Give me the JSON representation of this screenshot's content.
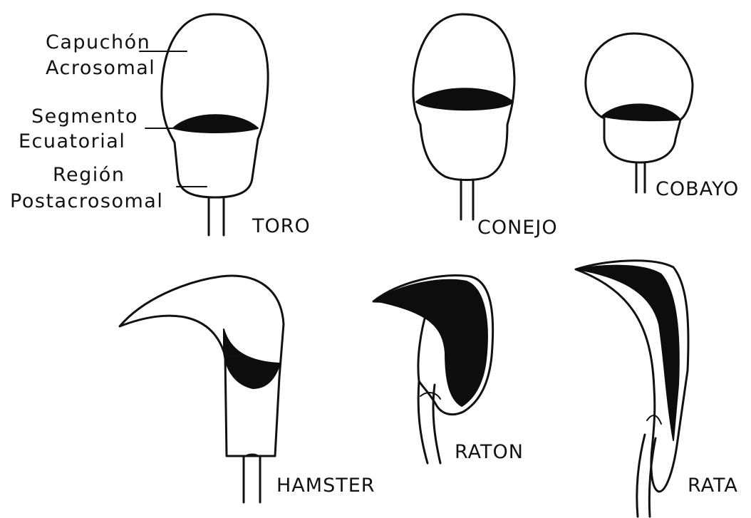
{
  "labels": {
    "capuchon_line1": "Capuchón",
    "capuchon_line2": "Acrosomal",
    "segmento_line1": "Segmento",
    "segmento_line2": "Ecuatorial",
    "region_line1": "Región",
    "region_line2": "Postacrosomal"
  },
  "species": {
    "toro": "TORO",
    "conejo": "CONEJO",
    "cobayo": "COBAYO",
    "hamster": "HAMSTER",
    "raton": "RATON",
    "rata": "RATA"
  },
  "colors": {
    "ink": "#111111",
    "fill": "#ffffff",
    "segment": "#0d0d0d"
  }
}
